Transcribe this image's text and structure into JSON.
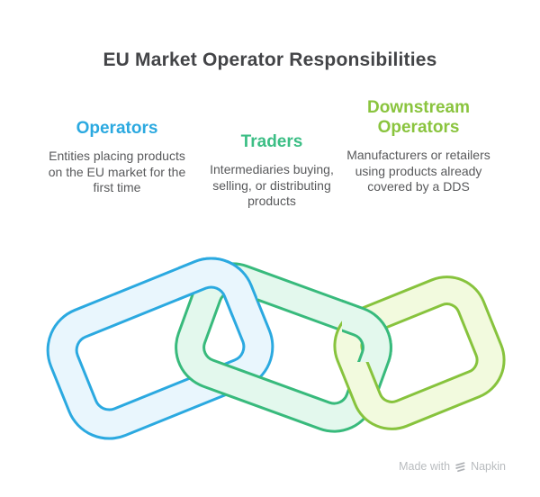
{
  "title": "EU Market Operator Responsibilities",
  "columns": [
    {
      "heading": "Operators",
      "description": "Entities placing products on the EU market for the first time"
    },
    {
      "heading": "Traders",
      "description": "Intermediaries buying, selling, or distributing products"
    },
    {
      "heading": "Downstream Operators",
      "description": "Manufacturers or retailers using products already covered by a DDS"
    }
  ],
  "chain": {
    "links": [
      {
        "name": "operators",
        "color_key": "blue"
      },
      {
        "name": "traders",
        "color_key": "green"
      },
      {
        "name": "downstream-operators",
        "color_key": "lime"
      }
    ]
  },
  "footer": {
    "made_with": "Made with",
    "brand": "Napkin"
  },
  "colors": {
    "title_text": "#434447",
    "body_text": "#58595B",
    "heading_blue": "#2BA9E0",
    "heading_green": "#3CBE85",
    "heading_lime": "#8AC43E",
    "blue_stroke": "#2BA9E0",
    "blue_fill": "#E9F6FD",
    "green_stroke": "#38BA7C",
    "green_fill": "#E3F8ED",
    "lime_stroke": "#87C33D",
    "lime_fill": "#F2FADE",
    "footer_text": "#B9BCBF"
  }
}
